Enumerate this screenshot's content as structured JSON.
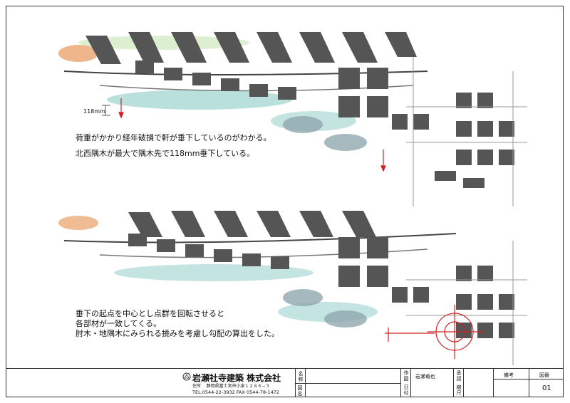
{
  "top_panel": {
    "measurement_label": "118mm",
    "caption_lines": [
      "荷重がかかり経年破損で軒が垂下しているのがわかる。",
      "北西隅木が最大で隅木先で118mm垂下している。"
    ]
  },
  "bottom_panel": {
    "caption_lines": [
      "垂下の起点を中心とし点群を回転させると",
      "各部材が一致してくる。",
      "肘木・地隅木にみられる撓みを考慮し勾配の算出をした。"
    ]
  },
  "title_block": {
    "company": "岩瀬社寺建築 株式会社",
    "address_label": "住所",
    "address": "静岡県富士宮市小泉１２８６−３",
    "tel": "TEL.0544-22-3932  FAX 0544-78-1472",
    "field_name": "名称",
    "field_drawing": "図名",
    "creator_label": "作図日付",
    "creator_label_top": "作図",
    "creator_label_bottom": "日付",
    "creator_name": "岩瀬竜也",
    "approval_top": "承認",
    "approval_bottom": "縮尺",
    "remarks_label": "備考",
    "drawing_no_label": "図番",
    "drawing_no": "01"
  },
  "colors": {
    "roof_dark": "#555555",
    "arrow_red": "#d22020",
    "cloud_teal": "#3aa6a0",
    "cloud_orange": "#e07a2a"
  }
}
